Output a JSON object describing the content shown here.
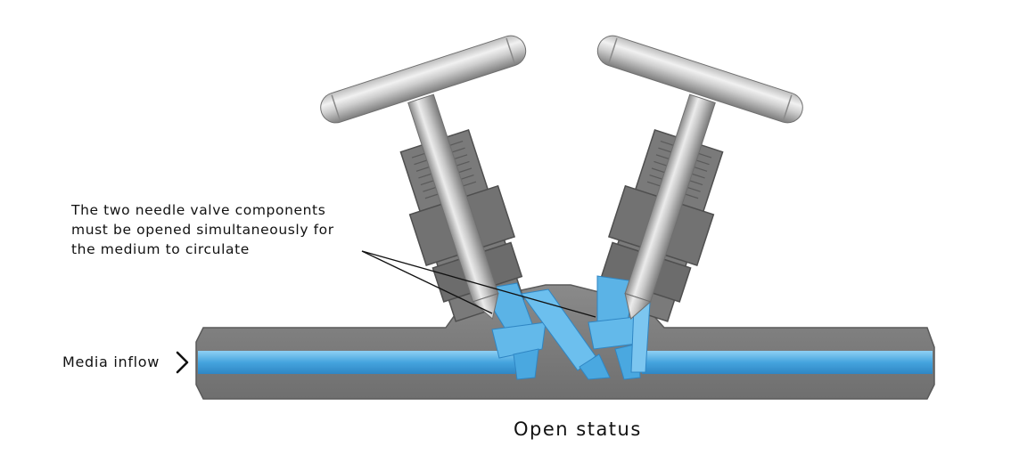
{
  "annotation": {
    "lines": [
      "The two needle valve components",
      "must be opened simultaneously for",
      "the medium to circulate"
    ]
  },
  "inflow_label": "Media inflow",
  "status_caption": "Open status",
  "colors": {
    "body_steel": "#7d7d7d",
    "body_edge": "#5f5f5f",
    "medium_blue": "#4aa8e0",
    "medium_blue_light": "#8ccdf2",
    "chrome_light": "#e6e6e6",
    "chrome_dark": "#8a8a8a"
  },
  "icons": {
    "inflow_arrow": "chevron-right-icon"
  }
}
